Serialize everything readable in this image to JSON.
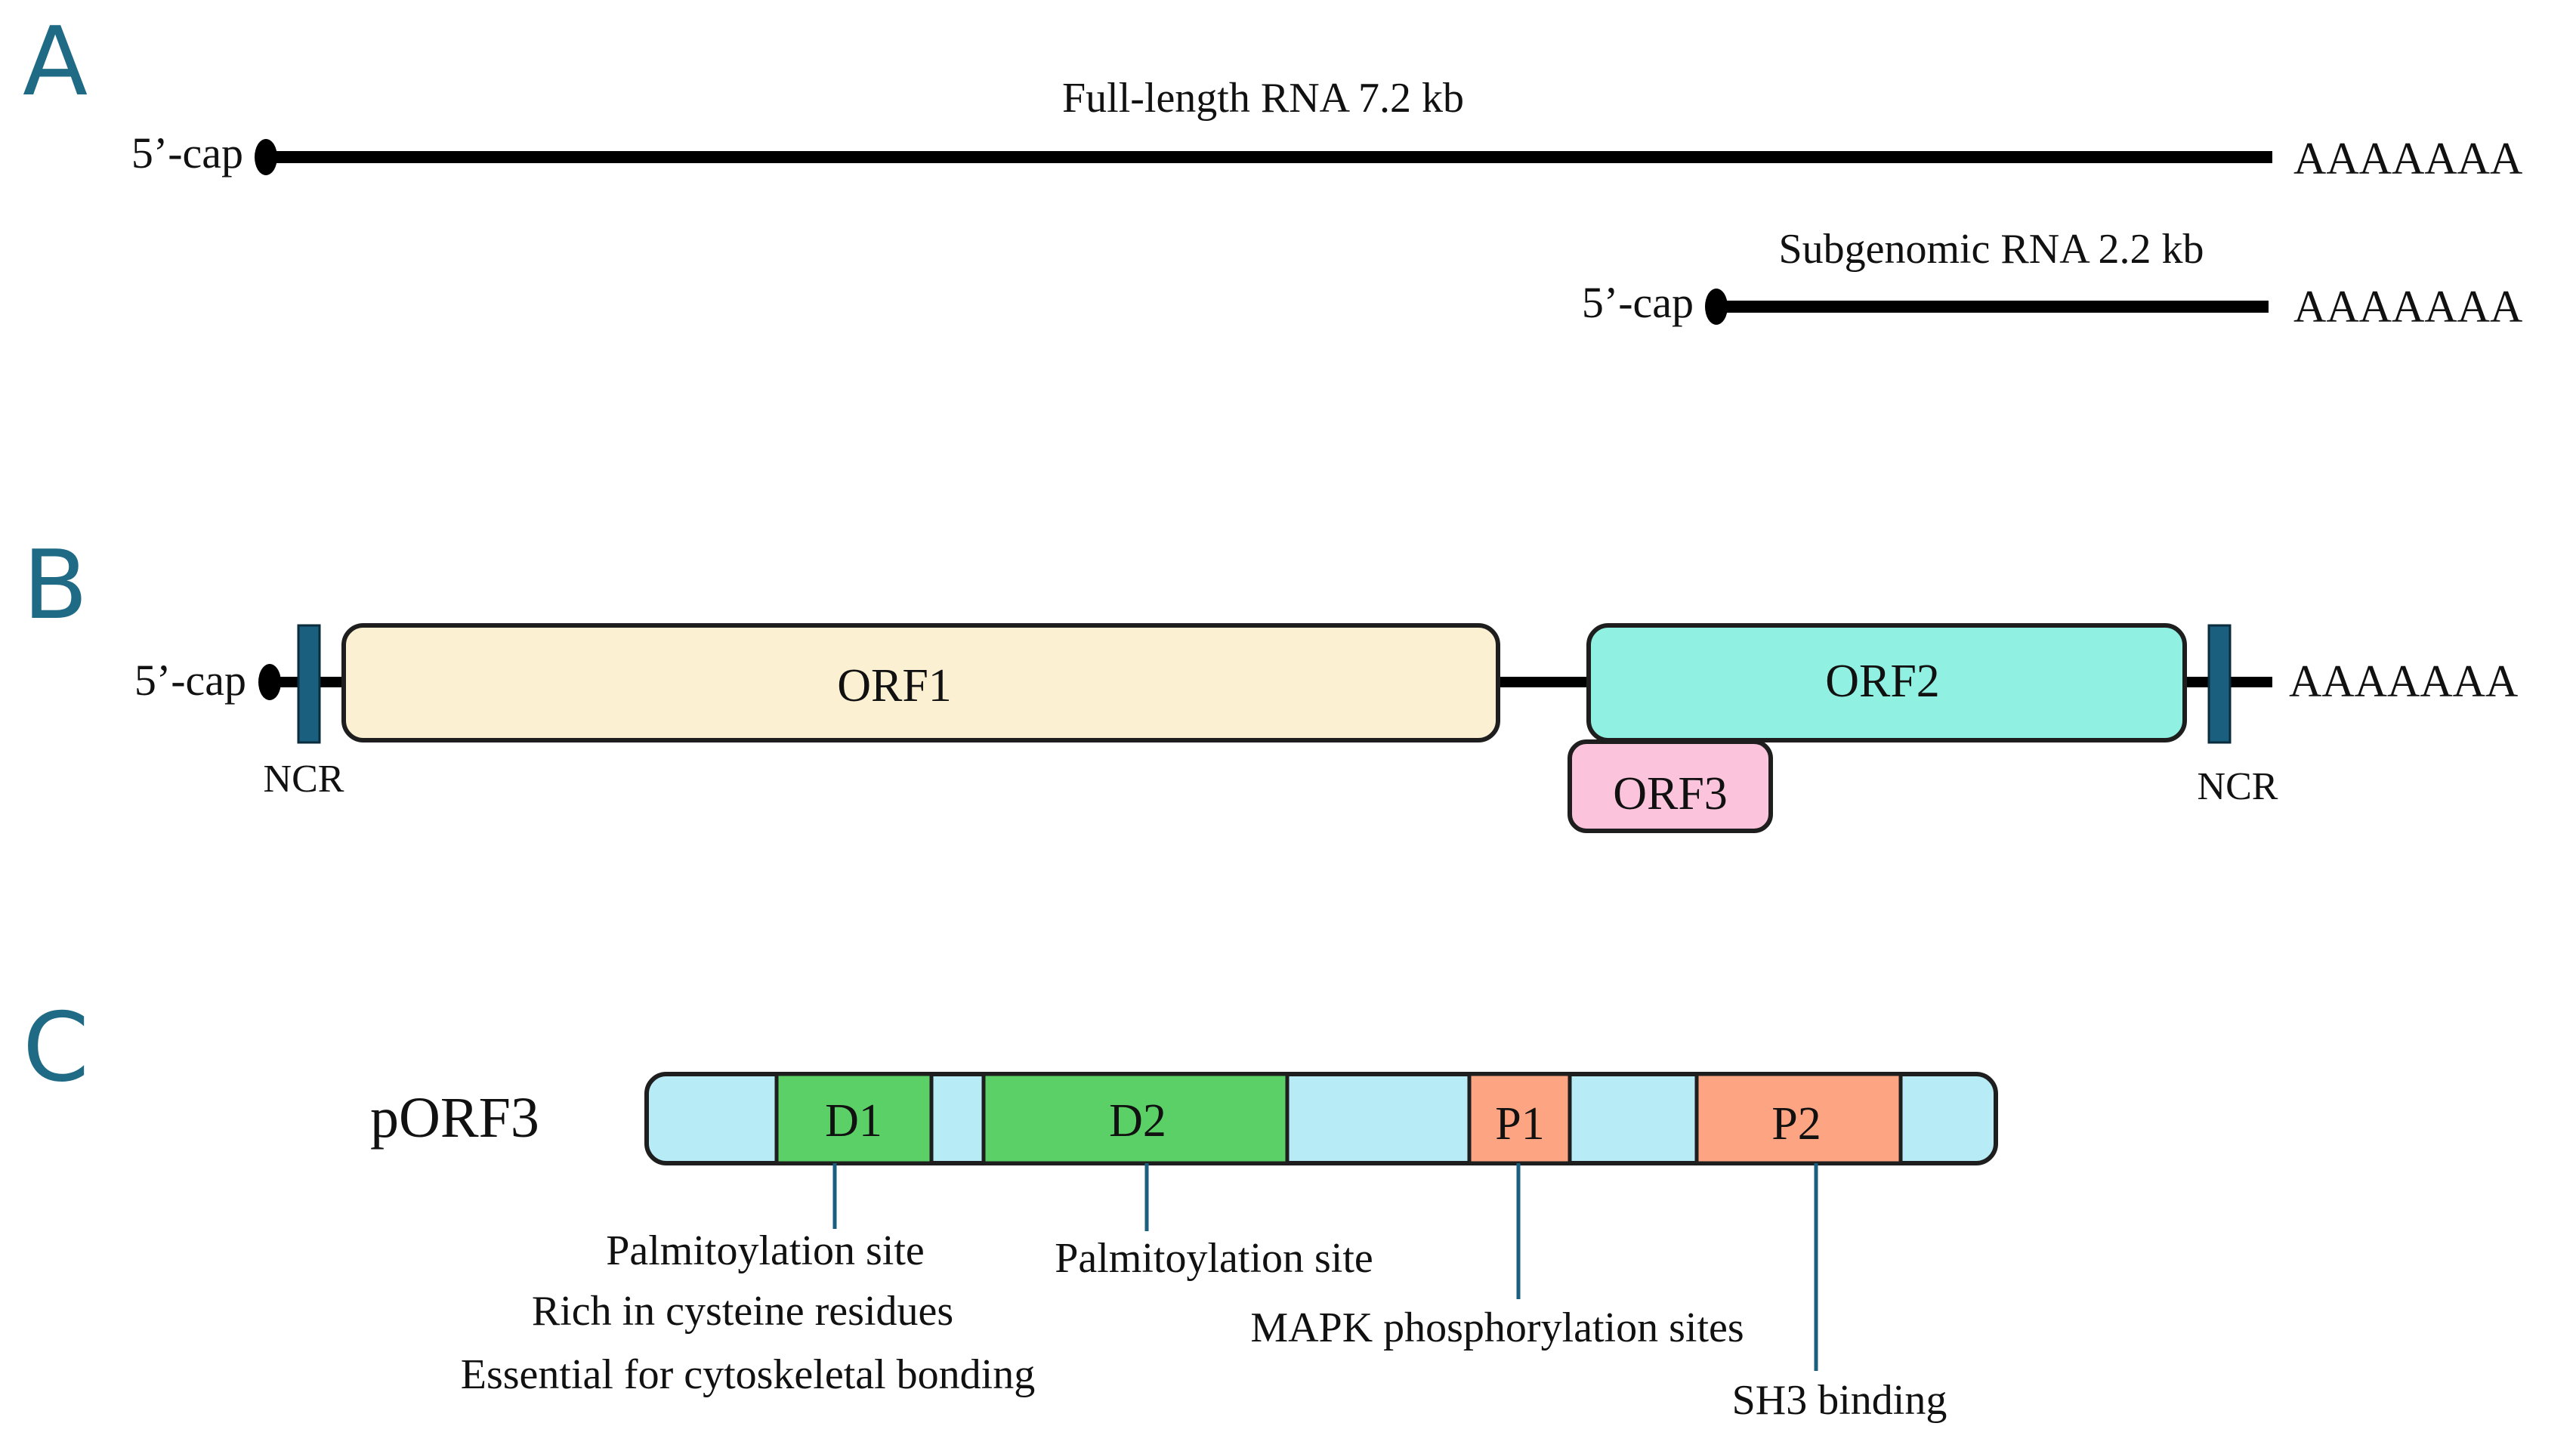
{
  "panels": {
    "a": {
      "letter": "A",
      "full": {
        "cap": "5’-cap",
        "title": "Full-length  RNA 7.2 kb",
        "tail": "AAAAAAA"
      },
      "sub": {
        "cap": "5’-cap",
        "title": "Subgenomic RNA 2.2 kb",
        "tail": "AAAAAAA"
      }
    },
    "b": {
      "letter": "B",
      "cap": "5’-cap",
      "tail": "AAAAAAA",
      "ncr_left": "NCR",
      "ncr_right": "NCR",
      "orf1": "ORF1",
      "orf2": "ORF2",
      "orf3": "ORF3"
    },
    "c": {
      "letter": "C",
      "protein": "pORF3",
      "domains": {
        "d1": "D1",
        "d2": "D2",
        "p1": "P1",
        "p2": "P2"
      },
      "d1_notes": [
        "Palmitoylation  site",
        "Rich in cysteine residues",
        "Essential  for cytoskeletal  bonding"
      ],
      "d2_note": "Palmitoylation  site",
      "p1_note": "MAPK  phosphorylation sites",
      "p2_note": "SH3 binding"
    }
  },
  "colors": {
    "panel_letter": "#1f6b86",
    "line": "#000000",
    "ncr": "#1b5f7f",
    "orf1": "#fbf0d2",
    "orf2": "#90f1e2",
    "orf3": "#fbc4dc",
    "protein_bar": "#b7ecf6",
    "domain_d": "#5ad067",
    "domain_p": "#fda583",
    "pointer": "#1b5f7f"
  }
}
